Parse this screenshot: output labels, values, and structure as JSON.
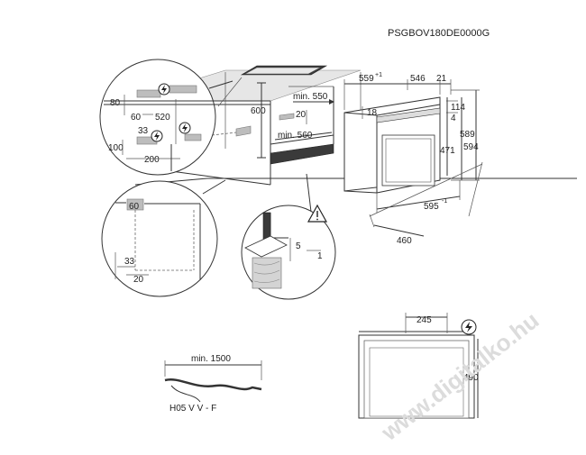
{
  "model_code": "PSGBOV180DE0000G",
  "dimensions": {
    "d80": "80",
    "d60": "60",
    "d520": "520",
    "d33": "33",
    "d100": "100",
    "d200": "200",
    "d600": "600",
    "min550": "min. 550",
    "d20": "20",
    "min560": "min. 560",
    "d18": "18",
    "d559": "559",
    "d559_sup": "+1",
    "d546": "546",
    "d21": "21",
    "d114": "114",
    "d4": "4",
    "d589": "589",
    "d594": "594",
    "d471": "471",
    "d595": "595",
    "d595_sup": "-1",
    "d460": "460",
    "zoom_d60": "60",
    "zoom_d33": "33",
    "zoom_d20": "20",
    "zoom_d5": "5",
    "zoom_d1": "1",
    "d245": "245",
    "d490": "490"
  },
  "cable": {
    "length": "min. 1500",
    "type": "H05 V V - F"
  },
  "watermark": "www.digitalko.hu",
  "icons": {
    "power": "power-plug-icon",
    "warning": "warning-triangle-icon"
  }
}
